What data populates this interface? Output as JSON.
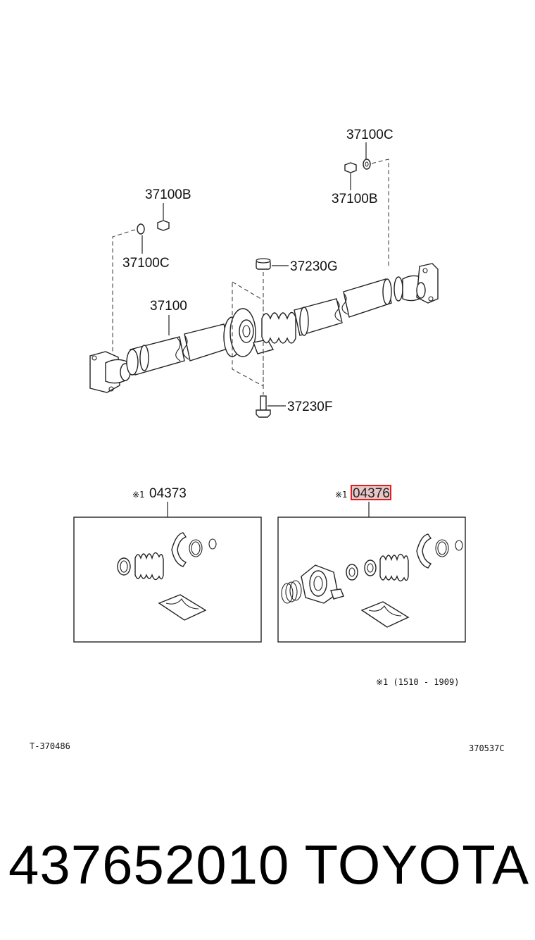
{
  "diagram": {
    "callouts": {
      "c37100C_top": "37100C",
      "c37100B_top": "37100B",
      "c37100B_left": "37100B",
      "c37100C_left": "37100C",
      "c37230G": "37230G",
      "c37100": "37100",
      "c37230F": "37230F"
    },
    "kits": [
      {
        "mark": "※1",
        "part_no": "04373"
      },
      {
        "mark": "※1",
        "part_no": "04376",
        "highlighted": true
      }
    ],
    "note": "※1 (1510 - 1909)",
    "fig_left": "T-370486",
    "fig_right": "370537C"
  },
  "footer": {
    "part_number": "437652010",
    "brand": "TOYOTA"
  },
  "colors": {
    "highlight_border": "#e02020",
    "highlight_fill": "#e8c6c6"
  }
}
